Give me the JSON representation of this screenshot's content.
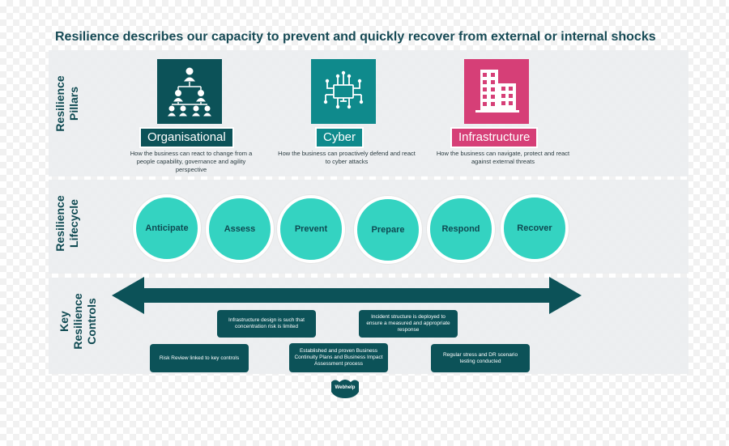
{
  "title": "Resilience describes our capacity to prevent and quickly recover from external or internal shocks",
  "rows": {
    "pillars": [
      "Resilience",
      "Pillars"
    ],
    "lifecycle": [
      "Resilience",
      "Lifecycle"
    ],
    "controls": [
      "Key",
      "Resilience",
      "Controls"
    ]
  },
  "pillars": [
    {
      "label": "Organisational",
      "color": "#0c5258",
      "icon": "org-chart-icon",
      "desc": "How the business can react to change from a people capability, governance and agility perspective"
    },
    {
      "label": "Cyber",
      "color": "#0f8a8c",
      "icon": "circuit-monitor-icon",
      "desc": "How the business can proactively defend and react to cyber attacks"
    },
    {
      "label": "Infrastructure",
      "color": "#d63f77",
      "icon": "building-icon",
      "desc": "How the business can navigate, protect and react against external threats"
    }
  ],
  "lifecycle": [
    "Anticipate",
    "Assess",
    "Prevent",
    "Prepare",
    "Respond",
    "Recover"
  ],
  "controls": [
    "Infrastructure design is such that concentration risk is limited",
    "Incident structure is deployed to ensure a measured and appropriate response",
    "Risk Review linked to key controls",
    "Established and proven Business Continuity Plans and Business Impact Assessment process",
    "Regular stress and DR scenario testing conducted"
  ],
  "logo": "Webhelp",
  "colors": {
    "teal_dark": "#0c5258",
    "teal_mid": "#0f8a8c",
    "pink": "#d63f77",
    "aqua": "#34d3c1"
  }
}
